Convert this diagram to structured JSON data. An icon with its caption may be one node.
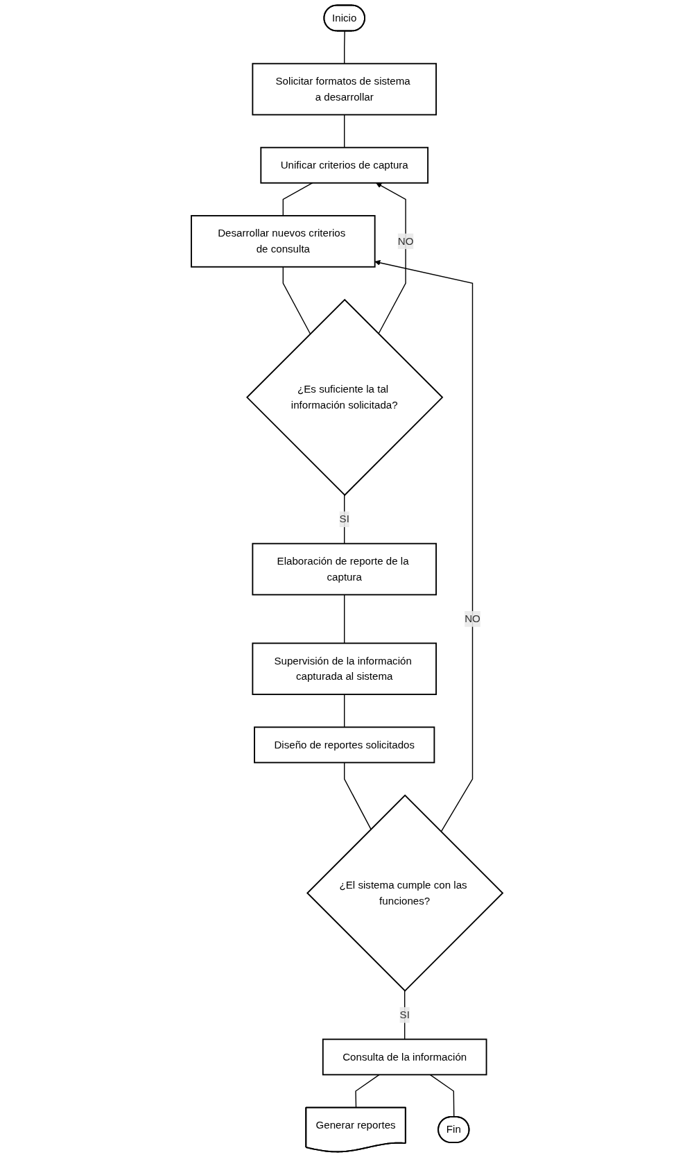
{
  "diagram": {
    "nodes": [
      {
        "text": [
          "Inicio"
        ]
      },
      {
        "text": [
          "Solicitar formatos de sistema a desarrollar"
        ]
      },
      {
        "text": [
          "Unificar criterios de captura"
        ]
      },
      {
        "text": [
          "Desarrollar nuevos criterios de consulta"
        ]
      },
      {
        "text": [
          "¿Es suficiente la tal información solicitada?"
        ]
      },
      {
        "text": [
          "Elaboración de reporte de la captura"
        ]
      },
      {
        "text": [
          "Supervisión de la información capturada al sistema"
        ]
      },
      {
        "text": [
          "Diseño de reportes solicitados"
        ]
      },
      {
        "text": [
          "¿El sistema cumple con las funciones?"
        ]
      },
      {
        "text": [
          "Consulta de la información"
        ]
      },
      {
        "text": [
          "Generar reportes"
        ]
      },
      {
        "text": [
          "Fin"
        ]
      }
    ],
    "edges": [
      {
        "from": 0,
        "to": 1,
        "arrow": "none"
      },
      {
        "from": 1,
        "to": 2,
        "arrow": "none"
      },
      {
        "from": 2,
        "to": 3,
        "arrow": "none"
      },
      {
        "from": 3,
        "to": 4,
        "arrow": "none"
      },
      {
        "from": 4,
        "to": 2,
        "arrow": "to",
        "label": "NO"
      },
      {
        "from": 4,
        "to": 5,
        "arrow": "none",
        "label": "SI"
      },
      {
        "from": 5,
        "to": 6,
        "arrow": "none"
      },
      {
        "from": 6,
        "to": 7,
        "arrow": "none"
      },
      {
        "from": 7,
        "to": 8,
        "arrow": "none"
      },
      {
        "from": 8,
        "to": 3,
        "arrow": "to",
        "label": "NO"
      },
      {
        "from": 8,
        "to": 9,
        "arrow": "none",
        "label": "SI"
      },
      {
        "from": 9,
        "to": 10,
        "arrow": "none"
      },
      {
        "from": 9,
        "to": 11,
        "arrow": "none"
      }
    ]
  }
}
